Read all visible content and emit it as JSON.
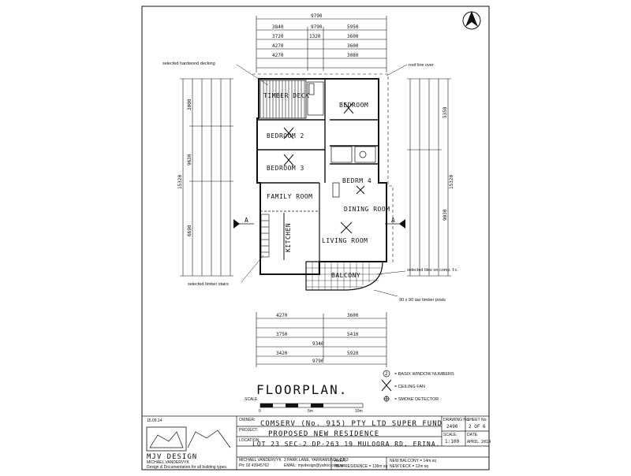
{
  "title": "FLOORPLAN.",
  "rooms": {
    "timber_deck": "TIMBER DECK",
    "bed1": "BEDROOM",
    "bed2": "BEDROOM 2",
    "bed3": "BEDROOM 3",
    "bed4": "BEDRM 4",
    "family": "FAMILY ROOM",
    "dining": "DINING ROOM",
    "kitchen": "KITCHEN",
    "living": "LIVING ROOM",
    "balcony": "BALCONY"
  },
  "notes": {
    "decking": "selected hardwood decking",
    "roof": "roof line over",
    "stairs": "selected timber stairs",
    "tiles": "selected tiles on comp. f.c.",
    "posts": "90 x 90 dar timber posts"
  },
  "dims": {
    "top_total": "9790",
    "top_a": "3840",
    "top_b": "9790",
    "top_c": "5950",
    "top_d": "3720",
    "top_e": "1320",
    "top_f": "3600",
    "top_g": "4270",
    "top_h": "3600",
    "top_i": "4270",
    "top_j": "3080",
    "left_total": "15320",
    "left_a": "3000",
    "left_b": "9630",
    "left_c": "6690",
    "right_total": "15320",
    "right_a": "5350",
    "right_b": "9030",
    "bot_a": "4270",
    "bot_b": "3600",
    "bot_c": "3750",
    "bot_d": "5410",
    "bot_e": "9340",
    "bot_f": "3420",
    "bot_g": "5920",
    "bot_total": "9790"
  },
  "section_marker": "A",
  "legend": {
    "basix": "= BASIX WINDOW NUMBERS",
    "fan": "= CEILING FAN",
    "smoke": "= SMOKE DETECTOR",
    "basix_num": "2"
  },
  "scale": {
    "label": "SCALE",
    "a": "0",
    "b": "5m",
    "c": "10m"
  },
  "titleblock": {
    "owner_label": "OWNER:",
    "owner": "COMSERV (No. 915) PTY LTD SUPER FUND",
    "project_label": "PROJECT:",
    "project": "PROPOSED NEW RESIDENCE",
    "location_label": "LOCATION:",
    "location": "LOT 23 SEC-2 DP-263 19 MULOORA RD, ERINA.",
    "area_label": "AREA:",
    "area_1": "NEW RESIDENCE = 136m sq",
    "area_2": "NEW BALCONY = 14m sq",
    "area_3": "NEW DECK = 12m sq",
    "drawing_no_label": "DRAWING No:",
    "drawing_no": "2490",
    "sheet_label": "SHEET No:",
    "sheet": "2 OF 6",
    "scale_label": "SCALE:",
    "scale": "1:100",
    "date_label": "DATE:",
    "date": "APRIL 2014",
    "rev": "15.09.14",
    "firm": "MJV DESIGN",
    "firm_person": "MICHAEL VANDERVYK",
    "firm_tag": "Design & Documentation for all building types.",
    "contact_1": "MICHAEL VANDERVYK",
    "contact_2": "Ph: 02 43945762",
    "contact_3": "2 PARK LANE, YARRAMUNDI, 2753",
    "contact_4": "EMAIL: mjvdesign@yahoo.com.au"
  }
}
